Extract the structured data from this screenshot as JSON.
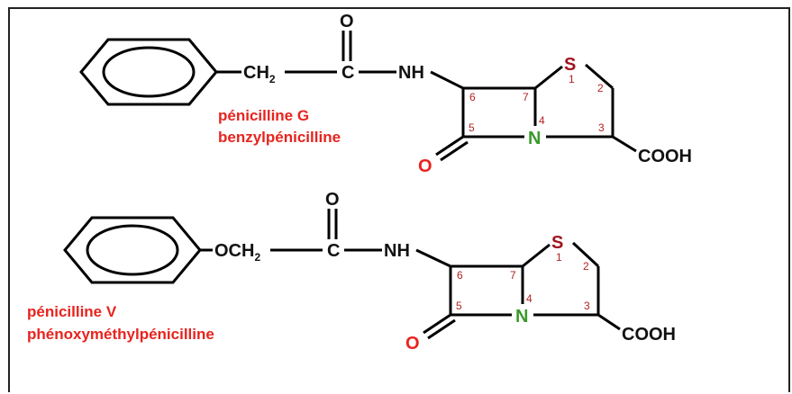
{
  "molecules": [
    {
      "name_line1": "pénicilline G",
      "name_line2": "benzylpénicilline",
      "linker_main": "CH",
      "linker_sub": "2",
      "carbonyl_o": "O",
      "carbonyl_c": "C",
      "amide": "NH",
      "sulfur": "S",
      "nitrogen": "N",
      "lactam_o": "O",
      "acid": "COOH",
      "ring_numbers": [
        "1",
        "2",
        "3",
        "4",
        "5",
        "6",
        "7"
      ]
    },
    {
      "name_line1": "pénicilline V",
      "name_line2": "phénoxyméthylpénicilline",
      "linker_main": "OCH",
      "linker_sub": "2",
      "carbonyl_o": "O",
      "carbonyl_c": "C",
      "amide": "NH",
      "sulfur": "S",
      "nitrogen": "N",
      "lactam_o": "O",
      "acid": "COOH",
      "ring_numbers": [
        "1",
        "2",
        "3",
        "4",
        "5",
        "6",
        "7"
      ]
    }
  ],
  "colors": {
    "label_red": "#e8231e",
    "sulfur": "#a0141e",
    "nitrogen": "#3a9a2a",
    "ring_numbers": "#b22222",
    "bonds": "#000000"
  }
}
